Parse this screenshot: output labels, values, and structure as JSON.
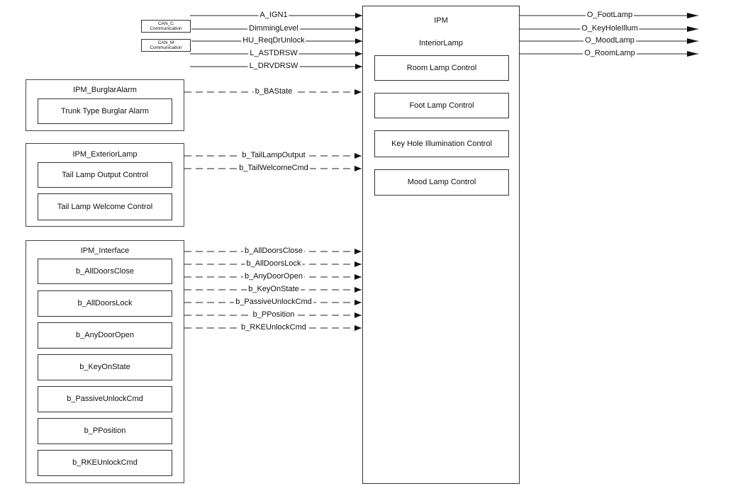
{
  "comm_boxes": [
    {
      "line1": "CAN_C",
      "line2": "Communication"
    },
    {
      "line1": "CAN_M",
      "line2": "Communication"
    }
  ],
  "top_inputs": [
    "A_IGN1",
    "DimmingLevel",
    "HU_ReqDrUnlock",
    "L_ASTDRSW",
    "L_DRVDRSW"
  ],
  "ipm": {
    "title": "IPM",
    "subtitle": "InteriorLamp",
    "functions": [
      "Room Lamp Control",
      "Foot Lamp Control",
      "Key Hole Illumination Control",
      "Mood Lamp Control"
    ]
  },
  "outputs": [
    "O_FootLamp",
    "O_KeyHoleIllum",
    "O_MoodLamp",
    "O_RoomLamp"
  ],
  "burglar": {
    "title": "IPM_BurglarAlarm",
    "items": [
      "Trunk Type Burglar Alarm"
    ],
    "signals": [
      "b_BAState"
    ]
  },
  "exterior": {
    "title": "IPM_ExteriorLamp",
    "items": [
      "Tail Lamp Output Control",
      "Tail Lamp Welcome Control"
    ],
    "signals": [
      "b_TailLampOutput",
      "b_TailWelcomeCmd"
    ]
  },
  "interface": {
    "title": "IPM_Interface",
    "items": [
      "b_AllDoorsClose",
      "b_AllDoorsLock",
      "b_AnyDoorOpen",
      "b_KeyOnState",
      "b_PassiveUnlockCmd",
      "b_PPosition",
      "b_RKEUnlockCmd"
    ],
    "signals": [
      "b_AllDoorsClose",
      "b_AllDoorsLock",
      "b_AnyDoorOpen",
      "b_KeyOnState",
      "b_PassiveUnlockCmd",
      "b_PPosition",
      "b_RKEUnlockCmd"
    ]
  }
}
